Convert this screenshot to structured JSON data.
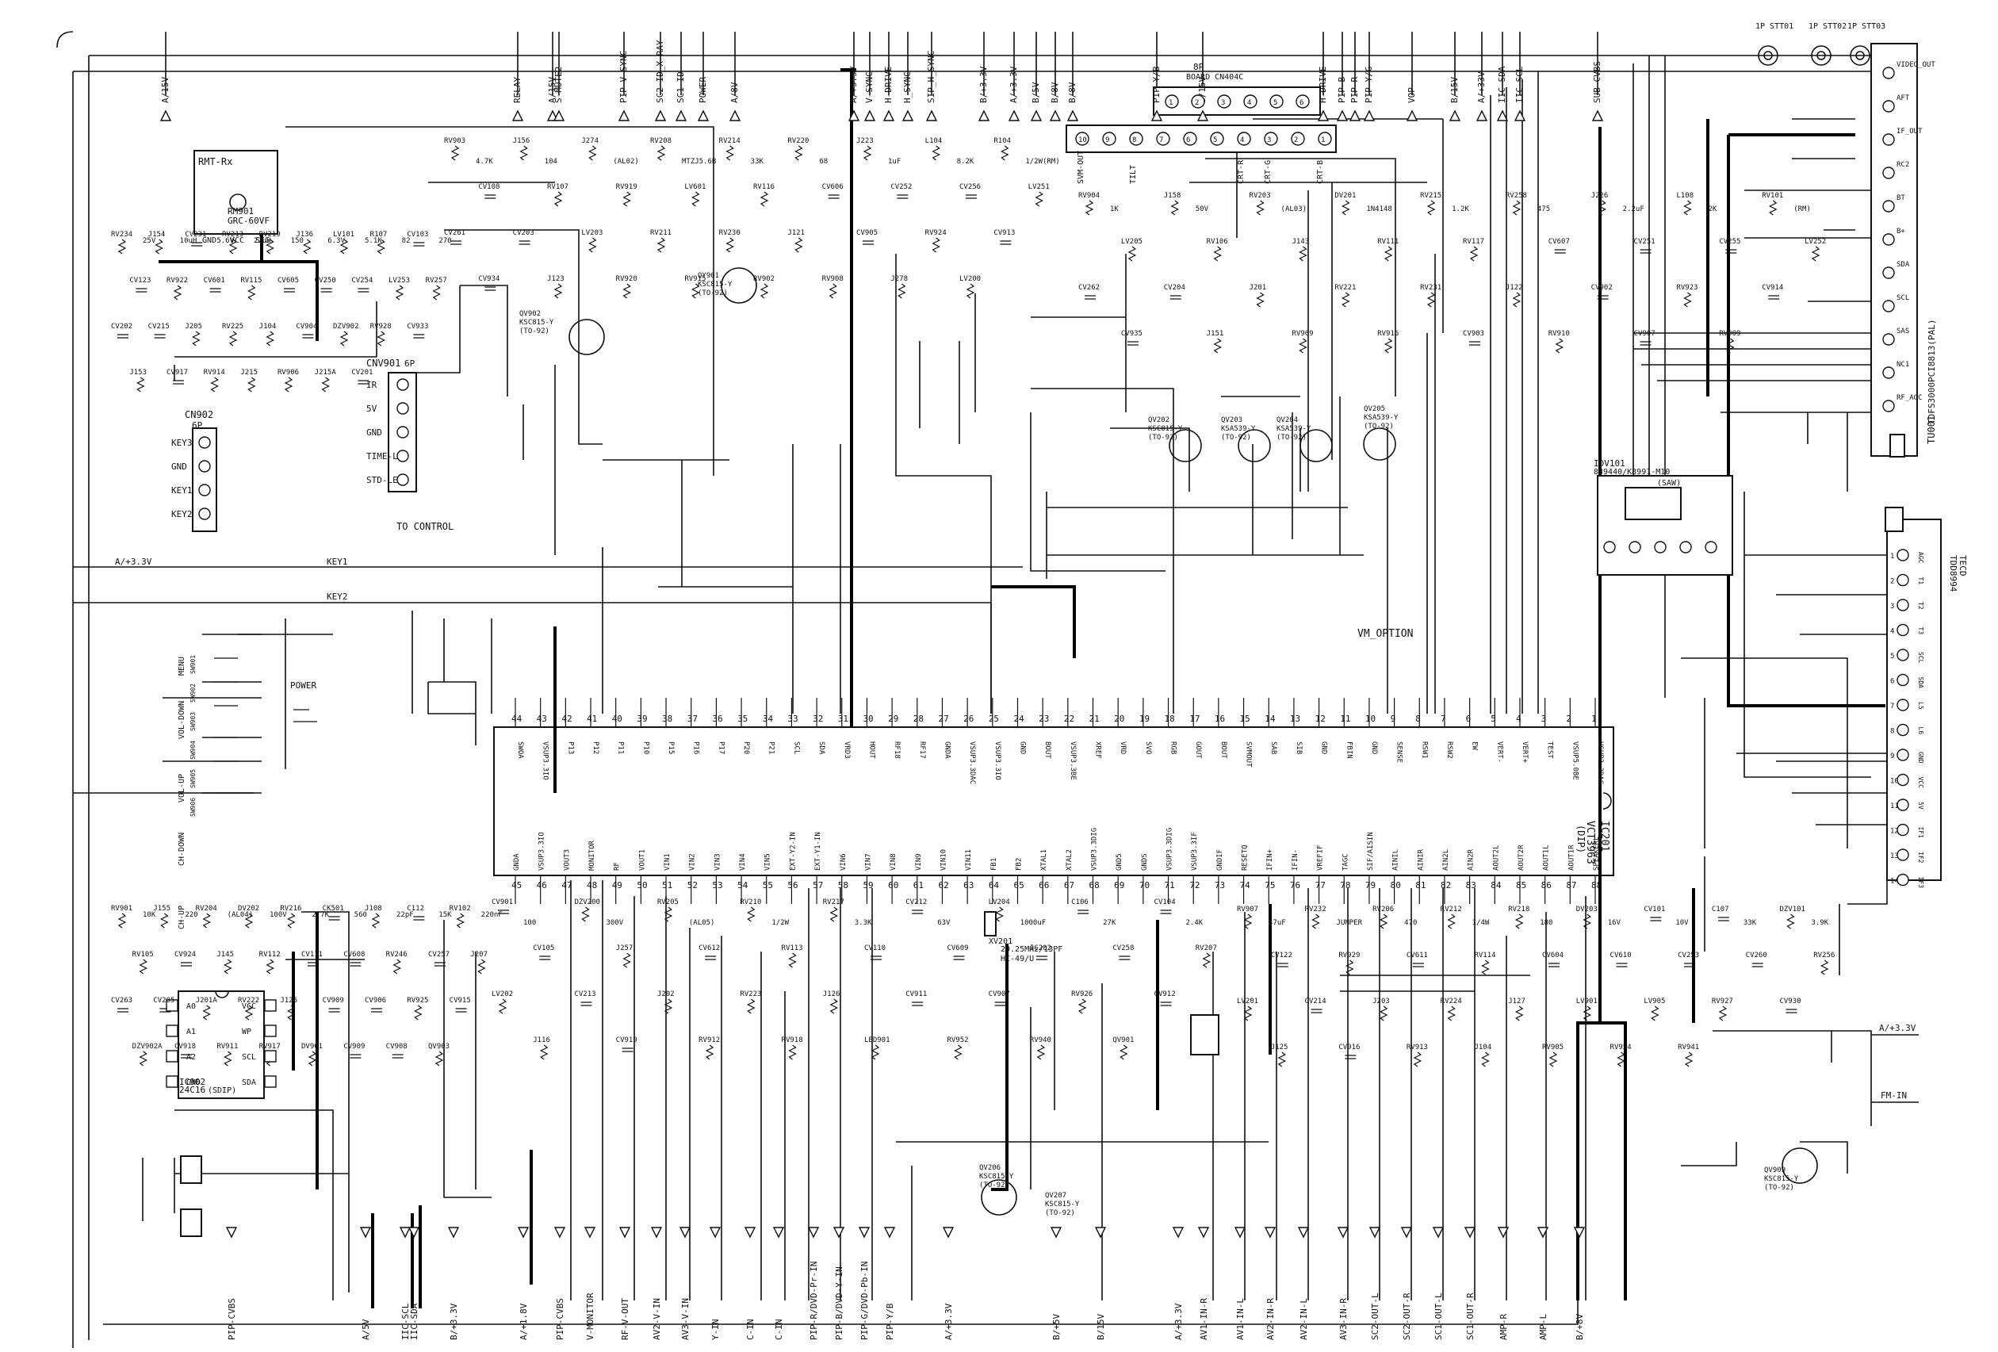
{
  "top_labels": [
    "A/15V",
    "RELAY",
    "A/15V",
    "S-MUTE2",
    "PIP-V-SYNC",
    "SC2-ID_X-RAY",
    "SC1-ID",
    "POWER",
    "A/8V",
    "A/+3.3V",
    "V-SYNC",
    "H-DRIVE",
    "H_SYNC",
    "SIP_H_SYNC",
    "B/+3.3V",
    "A/+3.3V",
    "B/5V",
    "B/8V",
    "B/8V",
    "PIP-Y/B",
    "B/15V",
    "H-DRIVE",
    "PIP-B",
    "PIP-R",
    "PIP-Y/G",
    "VOP",
    "B/15V",
    "A/+33V",
    "IIC-SDA",
    "IIC-SCL",
    "SUB-CVBS"
  ],
  "bottom_labels": [
    "PIP-CVBS",
    "A/5V",
    "IIC-SCL",
    "IIC-SDA",
    "B/+3.3V",
    "A/+1.8V",
    "PIP-CVBS",
    "V-MONITOR",
    "RF-V-OUT",
    "AV2-V-IN",
    "AV3-V-IN",
    "Y-IN",
    "C-IN",
    "C-IN",
    "PIP-R/DVD-Pr-IN",
    "PIP-B/DVD-Y-IN",
    "PIP-G/DVD-Pb-IN",
    "PIP-Y/B",
    "A/+3.3V",
    "B/+5V",
    "B/15V",
    "A/+3.3V",
    "AV1-IN-R",
    "AV1-IN-L",
    "AV2-IN-R",
    "AV2-IN-L",
    "AV3-IN-R",
    "SC2-OUT-L",
    "SC2-OUT-R",
    "SC1-OUT-L",
    "SC1-OUT-R",
    "AMP-R",
    "AMP-L",
    "B/+8V"
  ],
  "top_ic_pins": {
    "numbers": [
      "44",
      "43",
      "42",
      "41",
      "40",
      "39",
      "38",
      "37",
      "36",
      "35",
      "34",
      "33",
      "32",
      "31",
      "30",
      "29",
      "28",
      "27",
      "26",
      "25",
      "24",
      "23",
      "22",
      "21",
      "20",
      "19",
      "18",
      "17",
      "16",
      "15",
      "14",
      "13",
      "12",
      "11",
      "10",
      "9",
      "8",
      "7",
      "6",
      "5",
      "4",
      "3",
      "2",
      "1"
    ],
    "names": [
      "SWOA",
      "VSUP3.3IO",
      "P13",
      "P12",
      "P11",
      "P10",
      "P15",
      "P16",
      "P17",
      "P20",
      "P21",
      "SCL",
      "SDA",
      "VRD3",
      "HOUT",
      "RF18",
      "RF17",
      "GNDA",
      "VSUP3.3DAC",
      "VSUP3.3IO",
      "GND",
      "BOUT",
      "VSUP3.3BE",
      "XREF",
      "VRD",
      "SVO",
      "RGB",
      "GOUT",
      "BOUT",
      "SVMOUT",
      "SAB",
      "SIB",
      "GND",
      "FBIN",
      "GND",
      "SENSE",
      "RSW1",
      "RSW2",
      "EW",
      "VERT-",
      "VERT+",
      "TEST",
      "VSUP5.0BE",
      "VSUP3.3DAC"
    ]
  },
  "bottom_ic_pins": {
    "numbers": [
      "45",
      "46",
      "47",
      "48",
      "49",
      "50",
      "51",
      "52",
      "53",
      "54",
      "55",
      "56",
      "57",
      "58",
      "59",
      "60",
      "61",
      "62",
      "63",
      "64",
      "65",
      "66",
      "67",
      "68",
      "69",
      "70",
      "71",
      "72",
      "73",
      "74",
      "75",
      "76",
      "77",
      "78",
      "79",
      "80",
      "81",
      "82",
      "83",
      "84",
      "85",
      "86",
      "87",
      "88"
    ],
    "names": [
      "GNDA",
      "VSUP3.3IO",
      "VOUT3",
      "MONITOR",
      "RF",
      "VOUT1",
      "VIN1",
      "VIN2",
      "VIN3",
      "VIN4",
      "VIN5",
      "EXT-Y2-IN",
      "EXT-Y1-IN",
      "VIN6",
      "VIN7",
      "VIN8",
      "VIN9",
      "VIN10",
      "VIN11",
      "FB1",
      "FB2",
      "XTAL1",
      "XTAL2",
      "VSUP3.3DIG",
      "GND5",
      "GNDS",
      "VSUP3.3DIG",
      "VSUP3.3IF",
      "GNDIF",
      "RESETQ",
      "IFIN+",
      "IFIN-",
      "VREFIF",
      "TAGC",
      "SIF/AISIN",
      "AINIL",
      "AINIR",
      "AIN2L",
      "AIN2R",
      "AOUT2L",
      "AOUT2R",
      "AOUT1L",
      "AOUT1R",
      "SPEAKERL"
    ]
  },
  "ic_ref": "IC201",
  "ic_part": "VCT3963",
  "ic_package": "(DIP)",
  "left_connector": {
    "ref": "CN902",
    "pins": "6P",
    "rows": [
      "KEY3",
      "GND",
      "KEY1",
      "KEY2"
    ]
  },
  "mid_connector": {
    "ref": "CNV901",
    "pins": "6P",
    "rows": [
      "IR",
      "5V",
      "GND",
      "TIME-LED",
      "STD-LED"
    ]
  },
  "remote_receiver": {
    "title": "RMT-Rx",
    "ref": "RM901",
    "part": "GRC-60VF",
    "pins": [
      "GND",
      "VCC",
      "SIG"
    ]
  },
  "eeprom": {
    "ref": "IC902",
    "part": "24C16",
    "package": "(SDIP)",
    "pins_left": [
      "A0",
      "A1",
      "A2",
      "GND"
    ],
    "pins_right": [
      "VCC",
      "WP",
      "SCL",
      "SDA"
    ]
  },
  "tuner": {
    "ref": "TU001",
    "part": "TDFS3000PCI8813(PAL)",
    "pins": [
      "11",
      "10",
      "9",
      "8",
      "7",
      "6",
      "5",
      "4",
      "3",
      "2",
      "1"
    ],
    "labels": [
      "VIDEO_OUT",
      "AFT",
      "IF_OUT",
      "RC2",
      "BT",
      "B+",
      "SDA",
      "SCL",
      "SAS",
      "NC1",
      "RF_AGC"
    ]
  },
  "if_module": {
    "ref": "TDD8994",
    "part": "TECD",
    "pins": [
      "1",
      "2",
      "3",
      "4",
      "5",
      "6",
      "7",
      "8",
      "9",
      "10",
      "11",
      "12",
      "13",
      "14"
    ],
    "labels": [
      "AGC",
      "T1",
      "T2",
      "T3",
      "SCL",
      "SDA",
      "L5",
      "L6",
      "GND",
      "VCC",
      "5V",
      "IF1",
      "IF2",
      "IF3"
    ]
  },
  "test_points": [
    "1P\nSTT01",
    "1P\nSTT02",
    "1P\nSTT03"
  ],
  "board_connector": {
    "title": "8P",
    "subtitle": "BOARD\nCN404C",
    "pins": [
      "1",
      "2",
      "3",
      "4",
      "5",
      "6"
    ]
  },
  "crt_connector": {
    "pins": [
      "10",
      "9",
      "8",
      "7",
      "6",
      "5",
      "4",
      "3",
      "2",
      "1"
    ],
    "labels": [
      "SVM-OUT",
      "TILT",
      "CRT-R",
      "CRT-G",
      "CRT-B"
    ]
  },
  "keys": [
    "MENU",
    "VOL-DOWN",
    "VOL-UP",
    "CH-DOWN",
    "CH-UP",
    "POWER"
  ],
  "key_switches": [
    "SW901",
    "SW902",
    "SW903",
    "SW904",
    "SW905",
    "SW906"
  ],
  "notes": [
    "TO CONTROL",
    "VM_OPTION",
    "A/+3.3V",
    "KEY1",
    "KEY2",
    "FM-IN",
    "A/+3.3V"
  ],
  "transistors": [
    {
      "ref": "QV902",
      "part": "KSC815-Y",
      "pkg": "(TO-92)"
    },
    {
      "ref": "QY901",
      "part": "KSC815-Y",
      "pkg": "(TO-92)"
    },
    {
      "ref": "QV202",
      "part": "KSC815-Y",
      "pkg": "(TO-92)"
    },
    {
      "ref": "QV203",
      "part": "KSA539-Y",
      "pkg": "(TO-92)"
    },
    {
      "ref": "QV204",
      "part": "KSA539-Y",
      "pkg": "(TO-92)"
    },
    {
      "ref": "QV205",
      "part": "KSA539-Y",
      "pkg": "(TO-92)"
    },
    {
      "ref": "QV206",
      "part": "KSC815-Y",
      "pkg": "(TO-92)"
    },
    {
      "ref": "QV207",
      "part": "KSC815-Y",
      "pkg": "(TO-92)"
    },
    {
      "ref": "QV909",
      "part": "KSC815-Y",
      "pkg": "(TO-92)"
    }
  ],
  "crystal": {
    "ref": "XV201",
    "value": "20.25MHz/13PF",
    "part": "HC-49/U"
  },
  "saw_filter": {
    "ref": "IDV101",
    "part": "839440/K8991-M10",
    "note": "(SAW)"
  },
  "small_parts": [
    "RV903",
    "RV904",
    "RV901",
    "CV901",
    "RV907",
    "RV234",
    "J156",
    "J158",
    "J155",
    "DZV200",
    "RV232",
    "J154",
    "J274",
    "RV203",
    "RV204",
    "RV205",
    "RV206",
    "CV231",
    "RV208",
    "DV201",
    "DV202",
    "RV210",
    "RV212",
    "RV213",
    "RV214",
    "RV215",
    "RV216",
    "RV217",
    "RV218",
    "RV219",
    "RV220",
    "RV258",
    "CK501",
    "CV212",
    "DV203",
    "J136",
    "J223",
    "J226",
    "J108",
    "LV204",
    "CV101",
    "LV101",
    "L104",
    "L108",
    "C112",
    "C106",
    "C107",
    "R107",
    "R104",
    "RV101",
    "RV102",
    "CV104",
    "DZV101",
    "CV103",
    "CV108",
    "LV205",
    "RV105",
    "CV105",
    "CV122",
    "CV123",
    "RV107",
    "RV106",
    "CV924",
    "J257",
    "RV929",
    "RV922",
    "RV919",
    "J143",
    "J145",
    "CV612",
    "CV611",
    "CV601",
    "LV601",
    "RV111",
    "RV112",
    "RV113",
    "RV114",
    "RV115",
    "RV116",
    "RV117",
    "CV111",
    "CV110",
    "CV604",
    "CV605",
    "CV606",
    "CV607",
    "CV608",
    "CV609",
    "CV610",
    "CV250",
    "CV252",
    "CV251",
    "RV246",
    "IC202",
    "CV253",
    "CV254",
    "CV256",
    "CV255",
    "CV257",
    "CV258",
    "CV260",
    "LV253",
    "LV251",
    "LV252",
    "J207",
    "RV207",
    "RV256",
    "RV257",
    "CV261",
    "CV262",
    "CV263",
    "LV202",
    "LV201",
    "CV202",
    "CV203",
    "CV204",
    "CV205",
    "CV213",
    "CV214",
    "CV215",
    "LV203",
    "J201",
    "J201A",
    "J202",
    "J203",
    "J205",
    "RV211",
    "RV221",
    "RV222",
    "RV223",
    "RV224",
    "RV225",
    "RV230",
    "RV231",
    "J125",
    "J126",
    "J127",
    "J104",
    "J121",
    "J122",
    "CV909",
    "CV911",
    "LV901",
    "CV904",
    "CV905",
    "CV902",
    "CV906",
    "CV907",
    "LV905",
    "DZV902",
    "RV924",
    "RV923",
    "RV925",
    "RV926",
    "RV927",
    "RV928",
    "CV913",
    "CV914",
    "CV915",
    "CV912",
    "CV930",
    "CV933",
    "CV934",
    "CV935",
    "DZV902A",
    "J116",
    "J125",
    "J153",
    "J123",
    "J151",
    "CV918",
    "CV919",
    "CV916",
    "CV917",
    "RV920",
    "RV909",
    "RV911",
    "RV912",
    "RV913",
    "RV914",
    "RV915",
    "RV916",
    "RV917",
    "RV918",
    "J104",
    "J215",
    "RV902",
    "CV903",
    "DV901",
    "LED901",
    "RV905",
    "RV906",
    "RV908",
    "RV910",
    "CV909",
    "RV952",
    "RV954",
    "J215A",
    "J278",
    "CV907",
    "CV908",
    "RV940",
    "RV941",
    "CV201",
    "LV200",
    "RV909",
    "QV903",
    "QV901"
  ],
  "values": [
    "4.7K",
    "1K",
    "10K",
    "100",
    "47uF",
    "25V",
    "104",
    "50V",
    "220",
    "300V",
    "JUMPER",
    "10uH",
    "(AL02)",
    "(AL03)",
    "(AL04)",
    "(AL05)",
    "470",
    "5.6V",
    "MTZJ5.6B",
    "1N4148",
    "100V",
    "1/2W",
    "1/4W",
    "22uH",
    "33K",
    "1.2K",
    "2.7K",
    "3.3K",
    "180",
    "150",
    "68",
    "475",
    "560",
    "63V",
    "16V",
    "6.3V",
    "1uF",
    "2.2uF",
    "22pF",
    "1000uF",
    "10V",
    "5.1K",
    "8.2K",
    "2K",
    "15K",
    "27K",
    "33K",
    "82",
    "1/2W(RM)",
    "(RM)",
    "220nF",
    "2.4K",
    "3.9K",
    "270"
  ],
  "colors": {
    "ink": "#111111",
    "paper": "#ffffff",
    "bus": "#000000"
  }
}
